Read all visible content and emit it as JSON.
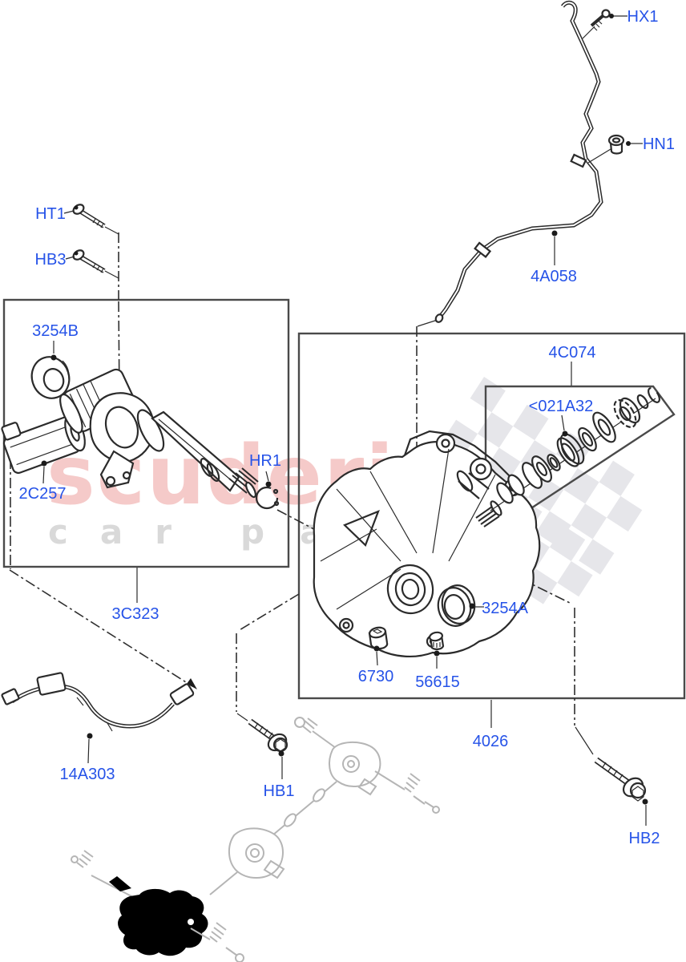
{
  "watermark": {
    "brand": "scuderia",
    "tagline_word1": "car",
    "tagline_word2": "parts",
    "brand_color": "#e8807f",
    "tagline_color": "#d9d9d9",
    "checker_color": "#e6e6ea"
  },
  "labels": {
    "hx1": "HX1",
    "hn1": "HN1",
    "vent_tube_4a058": "4A058",
    "ht1": "HT1",
    "hb3": "HB3",
    "seal_3254b": "3254B",
    "motor_2c257": "2C257",
    "snap_ring_hr1": "HR1",
    "actuator_3c323": "3C323",
    "bearing_kit_4c074": "4C074",
    "shim_021a32": "<021A32",
    "seal_3254a": "3254A",
    "plug_6730": "6730",
    "plug_56615": "56615",
    "diff_case_4026": "4026",
    "harness_14a303": "14A303",
    "hb1": "HB1",
    "hb2": "HB2"
  },
  "colors": {
    "label_blue": "#2653e8",
    "line_art": "#2b2b2b",
    "group_box": "#4a4a4a",
    "reference_gray": "#b5b5b5",
    "highlighted_part": "#000000"
  }
}
